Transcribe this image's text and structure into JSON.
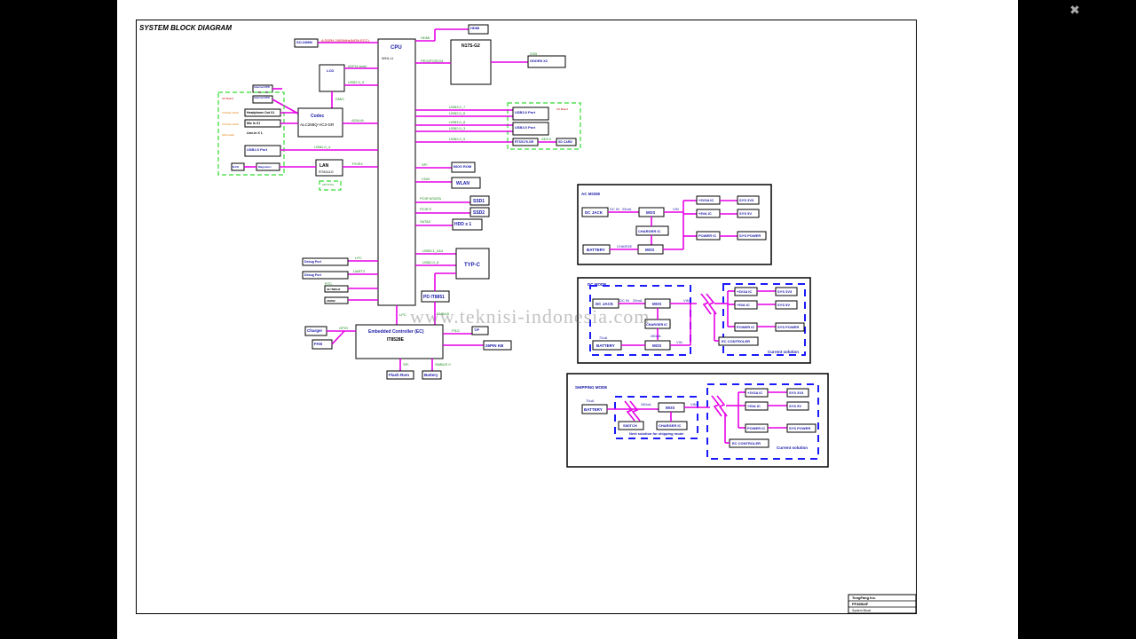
{
  "title": "SYSTEM BLOCK DIAGRAM",
  "watermark": "www.teknisi-indonesia.com",
  "close_icon_glyph": "✖",
  "cpu": {
    "name": "CPU",
    "model": "WHL-U"
  },
  "so_dimm": "SO-DIMM",
  "ddr": "A DDR4 2400MHz(NON ECC)",
  "hdmi_bus": "HDMI",
  "hdmi": "HDMI",
  "gpu": "N17S-G2",
  "peg": "PEG(PCIE)X4",
  "gddr_bus": "2GB",
  "gddr": "GDDR5 X2",
  "lcd": "LCD",
  "edp": "eDP(4 lane)",
  "usb2_8_5": "USB2.0_5",
  "dmic": "DMIC",
  "internal_dpk1": "Internal DPK",
  "internal_dpk2": "Internal DPK",
  "codec": {
    "name": "Codec",
    "model": "ALC269Q-VC3-GR"
  },
  "azalia": "AZALIA",
  "io_board_left": "I/O Board",
  "jack1": "3 POLE JACK",
  "jack2": "3 POLE JACK",
  "headphone": "Headphone Out X1",
  "mic_in": "Mic In X1",
  "line_in": "Line-In X 1",
  "schematic": "Schematic",
  "usb2_port": "USB2.0 Port",
  "usb2_4": "USB2.0_4",
  "lan": {
    "name": "LAN",
    "model": "RT8111G"
  },
  "pcie4": "PCIE4",
  "rj45": "RJ45",
  "magnetics": "Magnetics",
  "crystal": "CRYSTAL",
  "usb3_ports": [
    {
      "bus": "USB3.0_7",
      "label": "USB3.0 Port"
    },
    {
      "bus": "USB2.0_6",
      "label": ""
    },
    {
      "bus": "USB3.0_8",
      "label": "USB3.0 Port"
    },
    {
      "bus": "USB2.0_3",
      "label": ""
    }
  ],
  "io_board_right": "I/O Board",
  "usb2_9": "USB2.0_9",
  "rts": "RTS5176-GR",
  "sd_bus": "SD3.0",
  "sd_card": "SD CARD",
  "spi": "SPI",
  "bios": "BIOS ROM",
  "cnvi": "CNVi",
  "wlan": "WLAN",
  "pcie_msata": "PCIE*4/SATA",
  "ssd1": "SSD1",
  "pcie_x2": "PCIE*2",
  "ssd2": "SSD2",
  "sata": "SATA0",
  "hdd": "HDD x 1",
  "usb31_34": "USB3.1_3&4",
  "usb20_8": "USB2.0_8",
  "typc": "TYP-C",
  "pd": "PD IT8851",
  "smbus": "SMBUS",
  "lpc1": "LPC",
  "debug1": "Debug Port",
  "uart": "UART2",
  "debug2": "Debug Port",
  "rtc": "RTC",
  "rtc_xtal": "32.768KHZ",
  "xtal24": "24MHZ",
  "lpc2": "LPC",
  "ec": {
    "name": "Embedded Controller (EC)",
    "model": "IT8528E"
  },
  "charger": "Charger",
  "gpio": "GPIO",
  "fan": "FAN",
  "ps2": "PS/2",
  "tp": "T/P",
  "kb": "26PIN KB",
  "spi2": "SPI",
  "flash": "Flash Rom",
  "smbus0": "SMBUS 0",
  "battery_main": "Battery",
  "ac_mode": {
    "title": "AC MODE",
    "dc_jack": "DC JACK",
    "dc_in": "DC IN",
    "cur1": "25mA",
    "mos1": "MOS",
    "vin": "VIN",
    "charger_ic": "CHARGER IC",
    "charge": "CHARGE",
    "battery": "BATTERY",
    "mos2": "MOS",
    "ic3v3": "+3V3A IC",
    "ic5v": "+5VA IC",
    "power_ic": "POWER IC",
    "sys3v3": "SYS 3V3",
    "sys5v": "SYS 5V",
    "syspower": "SYS POWER"
  },
  "dc_mode": {
    "title": "DC MODE",
    "dc_jack": "DC JACK",
    "dc_in": "DC IN",
    "cur1": "25mA",
    "mos1": "MOS",
    "vin1": "VIN",
    "charger_ic": "CHARGER IC",
    "cur_bat": "70uA",
    "cur_mos": "280uA",
    "battery": "BATTERY",
    "mos2": "MOS",
    "vin2": "VIN",
    "ic3v3": "+3V3A IC",
    "ic5v": "+5VA IC",
    "power_ic": "POWER IC",
    "sys3v3": "SYS 3V3",
    "sys5v": "SYS 5V",
    "syspower": "SYS POWER",
    "ec_ctrl": "EC CONTROLER",
    "current": "Current solution"
  },
  "ship_mode": {
    "title": "SHIPPING MODE",
    "cur_bat": "70uA",
    "battery": "BATTERY",
    "cur_mos": "280uA",
    "mos": "MOS",
    "vin": "VIN",
    "switch": "SWITCH",
    "charger_ic": "CHARGER IC",
    "next": "Next solution for shipping mode",
    "ic3v3": "+3V3A IC",
    "ic5v": "+5VA IC",
    "power_ic": "POWER IC",
    "sys3v3": "SYS 3V3",
    "sys5v": "SYS 5V",
    "syspower": "SYS POWER",
    "ec_ctrl": "EC CONTROLER",
    "current": "Current solution"
  },
  "title_block": {
    "company": "TongFang Inc.",
    "project": "PF4MN4F",
    "sheet": "System Block"
  }
}
